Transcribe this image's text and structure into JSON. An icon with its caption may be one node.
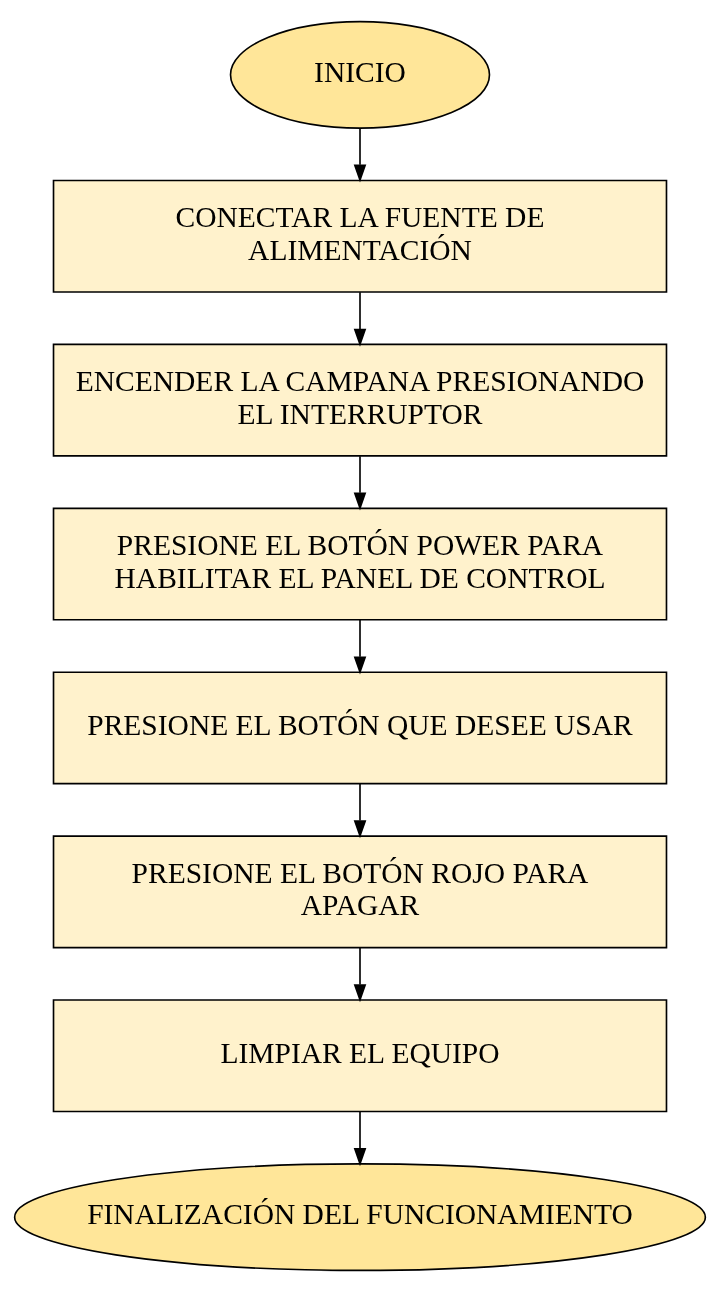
{
  "diagram": {
    "nodes": [
      {
        "text": [
          "INICIO"
        ]
      },
      {
        "text": [
          "CONECTAR LA FUENTE DE ALIMENTACIÓN"
        ]
      },
      {
        "text": [
          "ENCENDER LA CAMPANA PRESIONANDO EL INTERRUPTOR"
        ]
      },
      {
        "text": [
          "PRESIONE EL BOTÓN POWER PARA HABILITAR EL PANEL DE CONTROL"
        ]
      },
      {
        "text": [
          "PRESIONE EL BOTÓN QUE DESEE USAR"
        ]
      },
      {
        "text": [
          "PRESIONE EL BOTÓN ROJO PARA APAGAR"
        ]
      },
      {
        "text": [
          "LIMPIAR EL EQUIPO"
        ]
      },
      {
        "text": [
          "FINALIZACIÓN DEL FUNCIONAMIENTO"
        ]
      }
    ],
    "edges": [
      {
        "from": 0,
        "to": 1,
        "arrow": "to"
      },
      {
        "from": 1,
        "to": 2,
        "arrow": "to"
      },
      {
        "from": 2,
        "to": 3,
        "arrow": "to"
      },
      {
        "from": 3,
        "to": 4,
        "arrow": "to"
      },
      {
        "from": 4,
        "to": 5,
        "arrow": "to"
      },
      {
        "from": 5,
        "to": 6,
        "arrow": "to"
      },
      {
        "from": 6,
        "to": 7,
        "arrow": "to"
      }
    ]
  }
}
